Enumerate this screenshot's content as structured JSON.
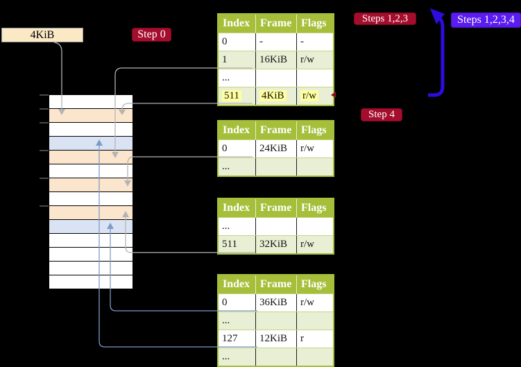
{
  "labels": {
    "frame_size": "4KiB",
    "step0": "Step 0",
    "steps123": "Steps 1,2,3",
    "steps1234": "Steps 1,2,3,4",
    "step4": "Step 4"
  },
  "page_tables": [
    {
      "name": "table-1",
      "columns": [
        "Index",
        "Frame",
        "Flags"
      ],
      "rows": [
        {
          "index": "0",
          "frame": "-",
          "flags": "-",
          "shaded": false,
          "highlighted": false
        },
        {
          "index": "1",
          "frame": "16KiB",
          "flags": "r/w",
          "shaded": true,
          "highlighted": false
        },
        {
          "index": "...",
          "frame": "",
          "flags": "",
          "shaded": false,
          "highlighted": false
        },
        {
          "index": "511",
          "frame": "4KiB",
          "flags": "r/w",
          "shaded": true,
          "highlighted": true
        }
      ]
    },
    {
      "name": "table-2",
      "columns": [
        "Index",
        "Frame",
        "Flags"
      ],
      "rows": [
        {
          "index": "0",
          "frame": "24KiB",
          "flags": "r/w",
          "shaded": false,
          "highlighted": false
        },
        {
          "index": "...",
          "frame": "",
          "flags": "",
          "shaded": true,
          "highlighted": false
        }
      ]
    },
    {
      "name": "table-3",
      "columns": [
        "Index",
        "Frame",
        "Flags"
      ],
      "rows": [
        {
          "index": "...",
          "frame": "",
          "flags": "",
          "shaded": false,
          "highlighted": false
        },
        {
          "index": "511",
          "frame": "32KiB",
          "flags": "r/w",
          "shaded": true,
          "highlighted": false
        }
      ]
    },
    {
      "name": "table-4",
      "columns": [
        "Index",
        "Frame",
        "Flags"
      ],
      "rows": [
        {
          "index": "0",
          "frame": "36KiB",
          "flags": "r/w",
          "shaded": false,
          "highlighted": false
        },
        {
          "index": "...",
          "frame": "",
          "flags": "",
          "shaded": true,
          "highlighted": false
        },
        {
          "index": "127",
          "frame": "12KiB",
          "flags": "r",
          "shaded": false,
          "highlighted": false
        },
        {
          "index": "...",
          "frame": "",
          "flags": "",
          "shaded": true,
          "highlighted": false
        }
      ]
    }
  ],
  "memory_stack": {
    "cells": [
      "white",
      "peach",
      "white",
      "blue",
      "peach",
      "white",
      "peach",
      "white",
      "peach",
      "blue",
      "white",
      "white",
      "white",
      "white"
    ]
  },
  "colors": {
    "background": "#000000",
    "table_header_bg": "#a5bf3b",
    "table_row_shaded_bg": "#e9efd5",
    "table_row_bg": "#ffffff",
    "highlight_yellow": "#ffff9e",
    "memory_cell_peach": "#fce5cd",
    "memory_cell_blue": "#dae3f3",
    "label_crimson_bg": "#a50d2d",
    "label_violet_bg": "#5a1cf0",
    "thick_arrow_blue": "#2d0ce0",
    "connector_gray": "#b4b4b4",
    "connector_blue": "#7d9ac8",
    "frame_size_box_bg": "#fbe9c6"
  }
}
